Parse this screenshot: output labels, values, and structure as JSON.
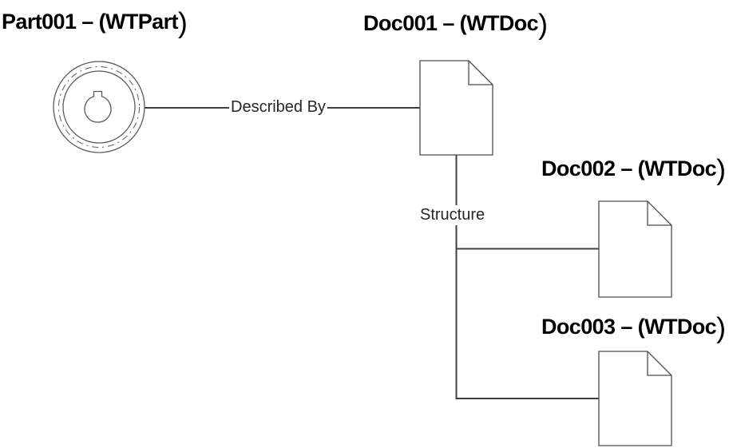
{
  "diagram": {
    "background": "#ffffff",
    "nodes": [
      {
        "name": "Part001",
        "object_type": "WTPart",
        "label": "Part001 – (WTPart)",
        "icon": "machined-part-icon"
      },
      {
        "name": "Doc001",
        "object_type": "WTDoc",
        "label": "Doc001 – (WTDoc)",
        "icon": "document-icon"
      },
      {
        "name": "Doc002",
        "object_type": "WTDoc",
        "label": "Doc002 – (WTDoc)",
        "icon": "document-icon"
      },
      {
        "name": "Doc003",
        "object_type": "WTDoc",
        "label": "Doc003 – (WTDoc)",
        "icon": "document-icon"
      }
    ],
    "relationships": [
      {
        "label": "Described By",
        "from": "Part001",
        "to": "Doc001",
        "style": "horizontal-line"
      },
      {
        "label": "Structure",
        "from": "Doc001",
        "to": "Doc002, Doc003",
        "style": "tree-branch"
      }
    ],
    "colors": {
      "connector_line": "#3f3f3f",
      "shape_outline": "#4d4d4d",
      "part_outline": "#595959",
      "text": "#000000",
      "background": "#ffffff"
    }
  }
}
